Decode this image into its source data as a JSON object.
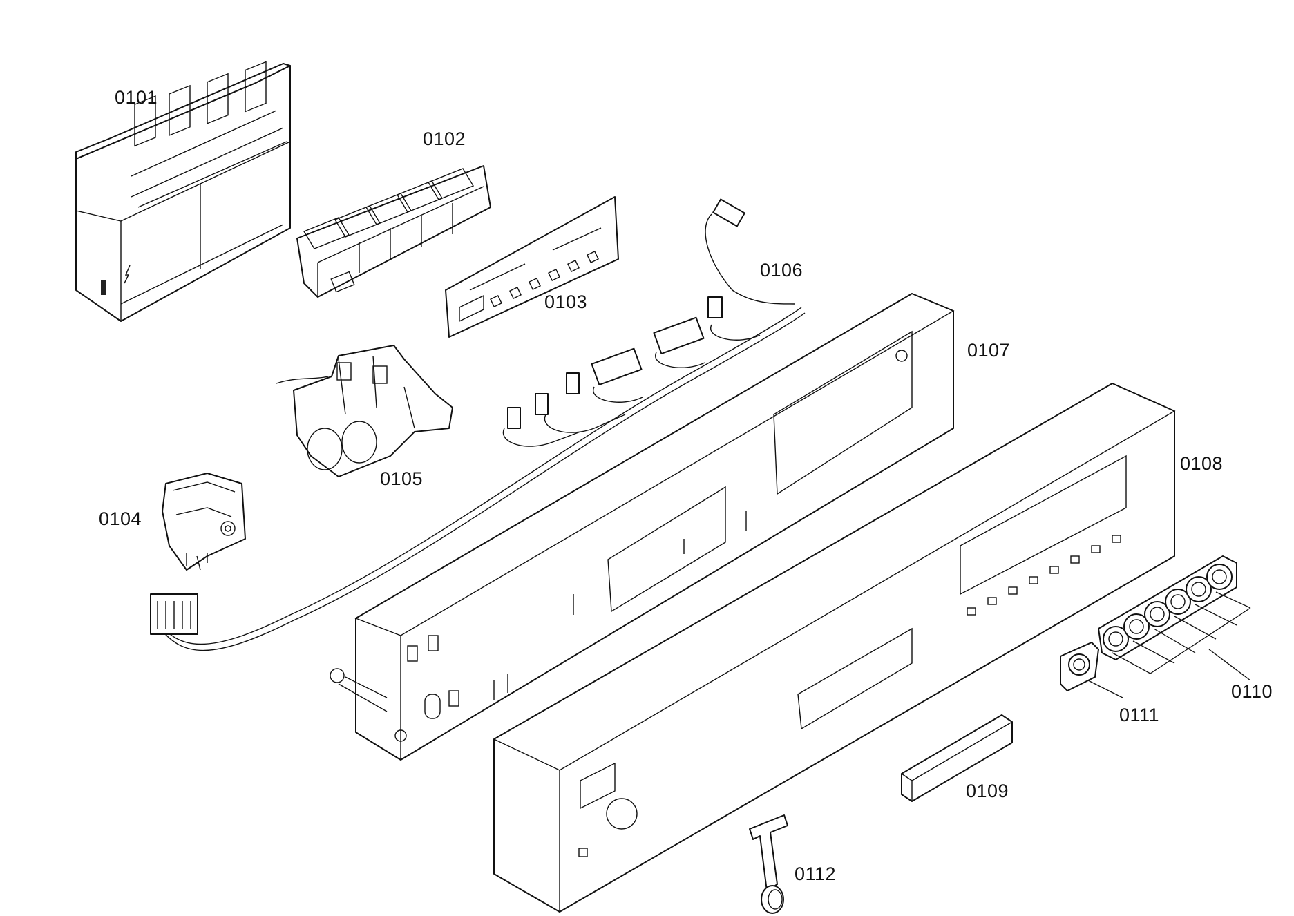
{
  "parts": [
    {
      "id": "p0101",
      "label": "0101"
    },
    {
      "id": "p0102",
      "label": "0102"
    },
    {
      "id": "p0103",
      "label": "0103"
    },
    {
      "id": "p0104",
      "label": "0104"
    },
    {
      "id": "p0105",
      "label": "0105"
    },
    {
      "id": "p0106",
      "label": "0106"
    },
    {
      "id": "p0107",
      "label": "0107"
    },
    {
      "id": "p0108",
      "label": "0108"
    },
    {
      "id": "p0109",
      "label": "0109"
    },
    {
      "id": "p0110",
      "label": "0110"
    },
    {
      "id": "p0111",
      "label": "0111"
    },
    {
      "id": "p0112",
      "label": "0112"
    }
  ]
}
